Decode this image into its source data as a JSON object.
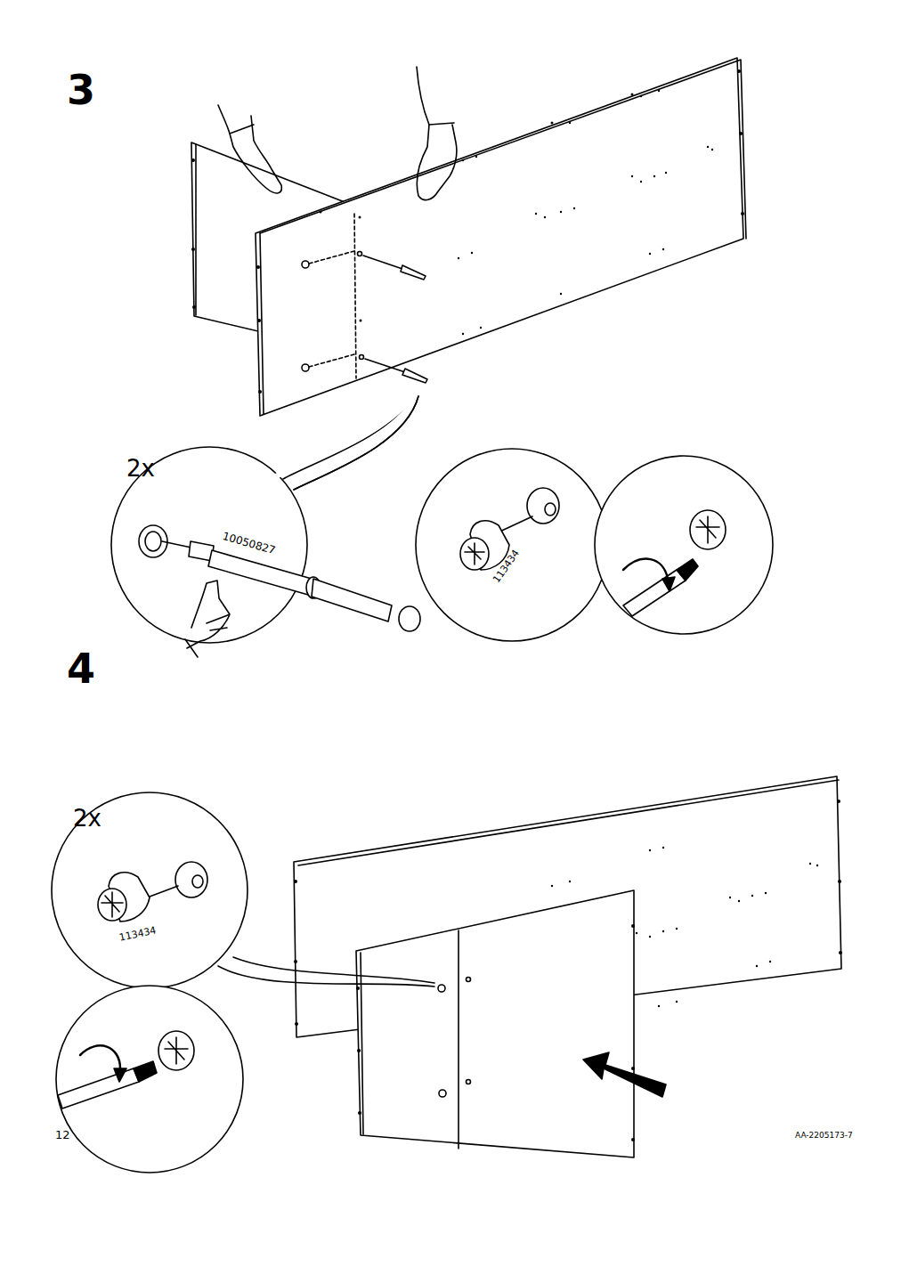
{
  "diagram": {
    "labels": [
      "3",
      "2x",
      "10050827",
      "113434",
      "4",
      "2x",
      "113434",
      "12",
      "AA-2205173-7"
    ]
  }
}
